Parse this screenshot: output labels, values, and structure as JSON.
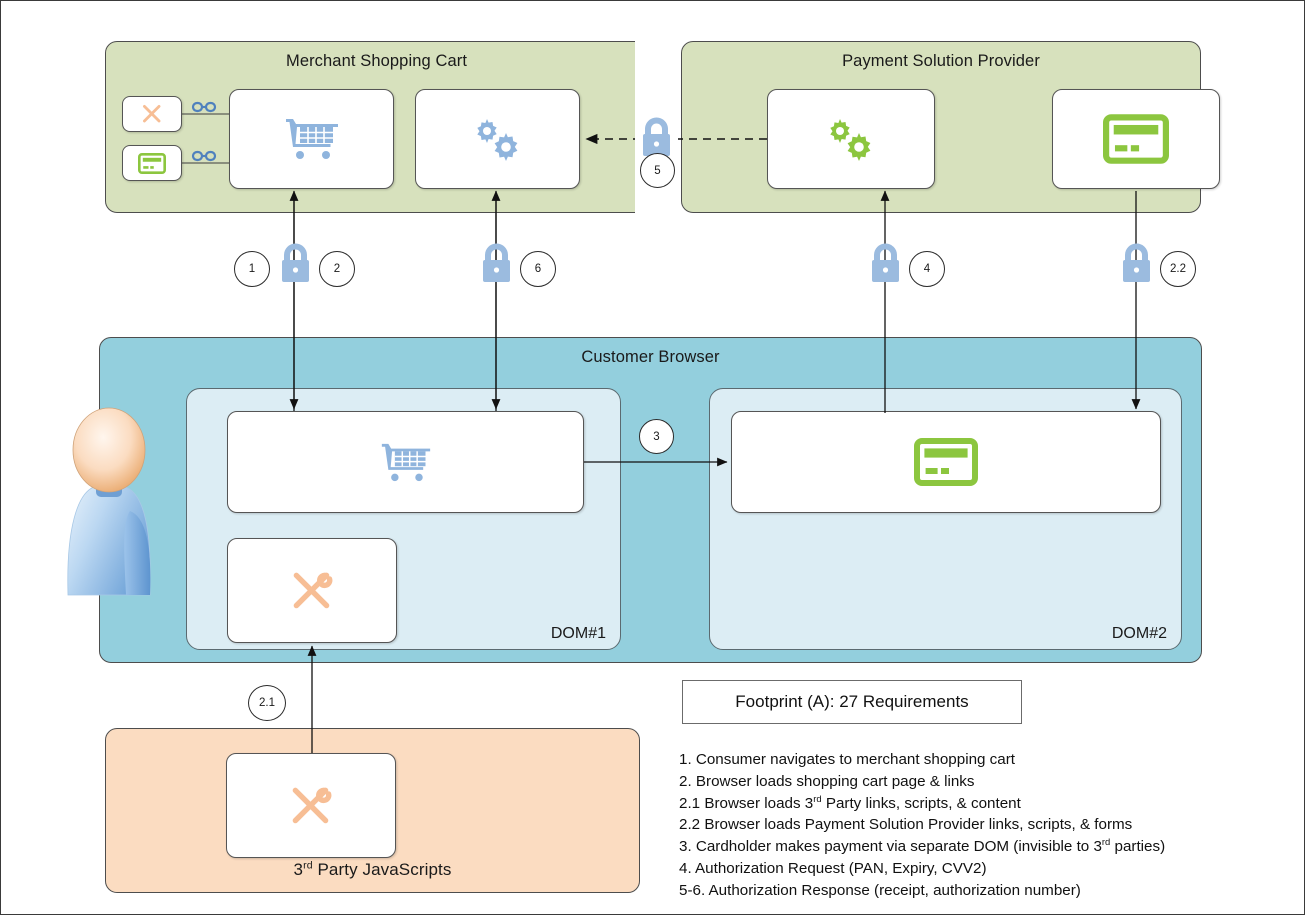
{
  "zones": {
    "merchant": {
      "title": "Merchant Shopping Cart"
    },
    "psp": {
      "title": "Payment Solution Provider"
    },
    "browser": {
      "title": "Customer Browser"
    },
    "third_party": {
      "title_pre": "3",
      "title_sup": "rd",
      "title_post": " Party JavaScripts"
    }
  },
  "dom_labels": {
    "dom1": "DOM#1",
    "dom2": "DOM#2"
  },
  "nodes": {
    "merchant_tools": "tools-icon",
    "merchant_card": "credit-card-icon",
    "merchant_cart": "shopping-cart-icon",
    "merchant_gears": "gears-icon",
    "psp_gears": "gears-icon",
    "psp_card": "credit-card-icon",
    "dom1_cart": "shopping-cart-icon",
    "dom1_tools": "tools-icon",
    "dom2_card": "credit-card-icon",
    "thirdparty_tools": "tools-icon",
    "link1": "link-chain-icon",
    "link2": "link-chain-icon",
    "customer": "person-avatar"
  },
  "flow_labels": {
    "n1": "1",
    "n2": "2",
    "n21": "2.1",
    "n22": "2.2",
    "n3": "3",
    "n4": "4",
    "n5": "5",
    "n6": "6"
  },
  "footprint": {
    "label": "Footprint (A): 27 Requirements"
  },
  "legend": [
    {
      "id": "l1",
      "pre": "1. Consumer navigates to merchant shopping cart",
      "sup": "",
      "post": ""
    },
    {
      "id": "l2",
      "pre": "2. Browser loads shopping cart page & links",
      "sup": "",
      "post": ""
    },
    {
      "id": "l3",
      "pre": "2.1 Browser loads 3",
      "sup": "rd",
      "post": " Party links, scripts, & content"
    },
    {
      "id": "l4",
      "pre": "2.2 Browser loads Payment Solution Provider links, scripts, & forms",
      "sup": "",
      "post": ""
    },
    {
      "id": "l5",
      "pre": "3. Cardholder makes payment via separate DOM (invisible to 3",
      "sup": "rd",
      "post": " parties)"
    },
    {
      "id": "l6",
      "pre": "4. Authorization Request (PAN, Expiry, CVV2)",
      "sup": "",
      "post": ""
    },
    {
      "id": "l7",
      "pre": "5-6. Authorization Response (receipt, authorization number)",
      "sup": "",
      "post": ""
    }
  ],
  "colors": {
    "zone_green": "#d7e1bd",
    "zone_teal": "#93cfdd",
    "zone_orange": "#fbdcc1",
    "dom_panel": "#dcedf4",
    "icon_blue": "#8fb4dd",
    "icon_green": "#8cc63f",
    "icon_orange": "#f7be95",
    "lock_blue": "#9bbbdf",
    "link_blue": "#4f81bd"
  }
}
